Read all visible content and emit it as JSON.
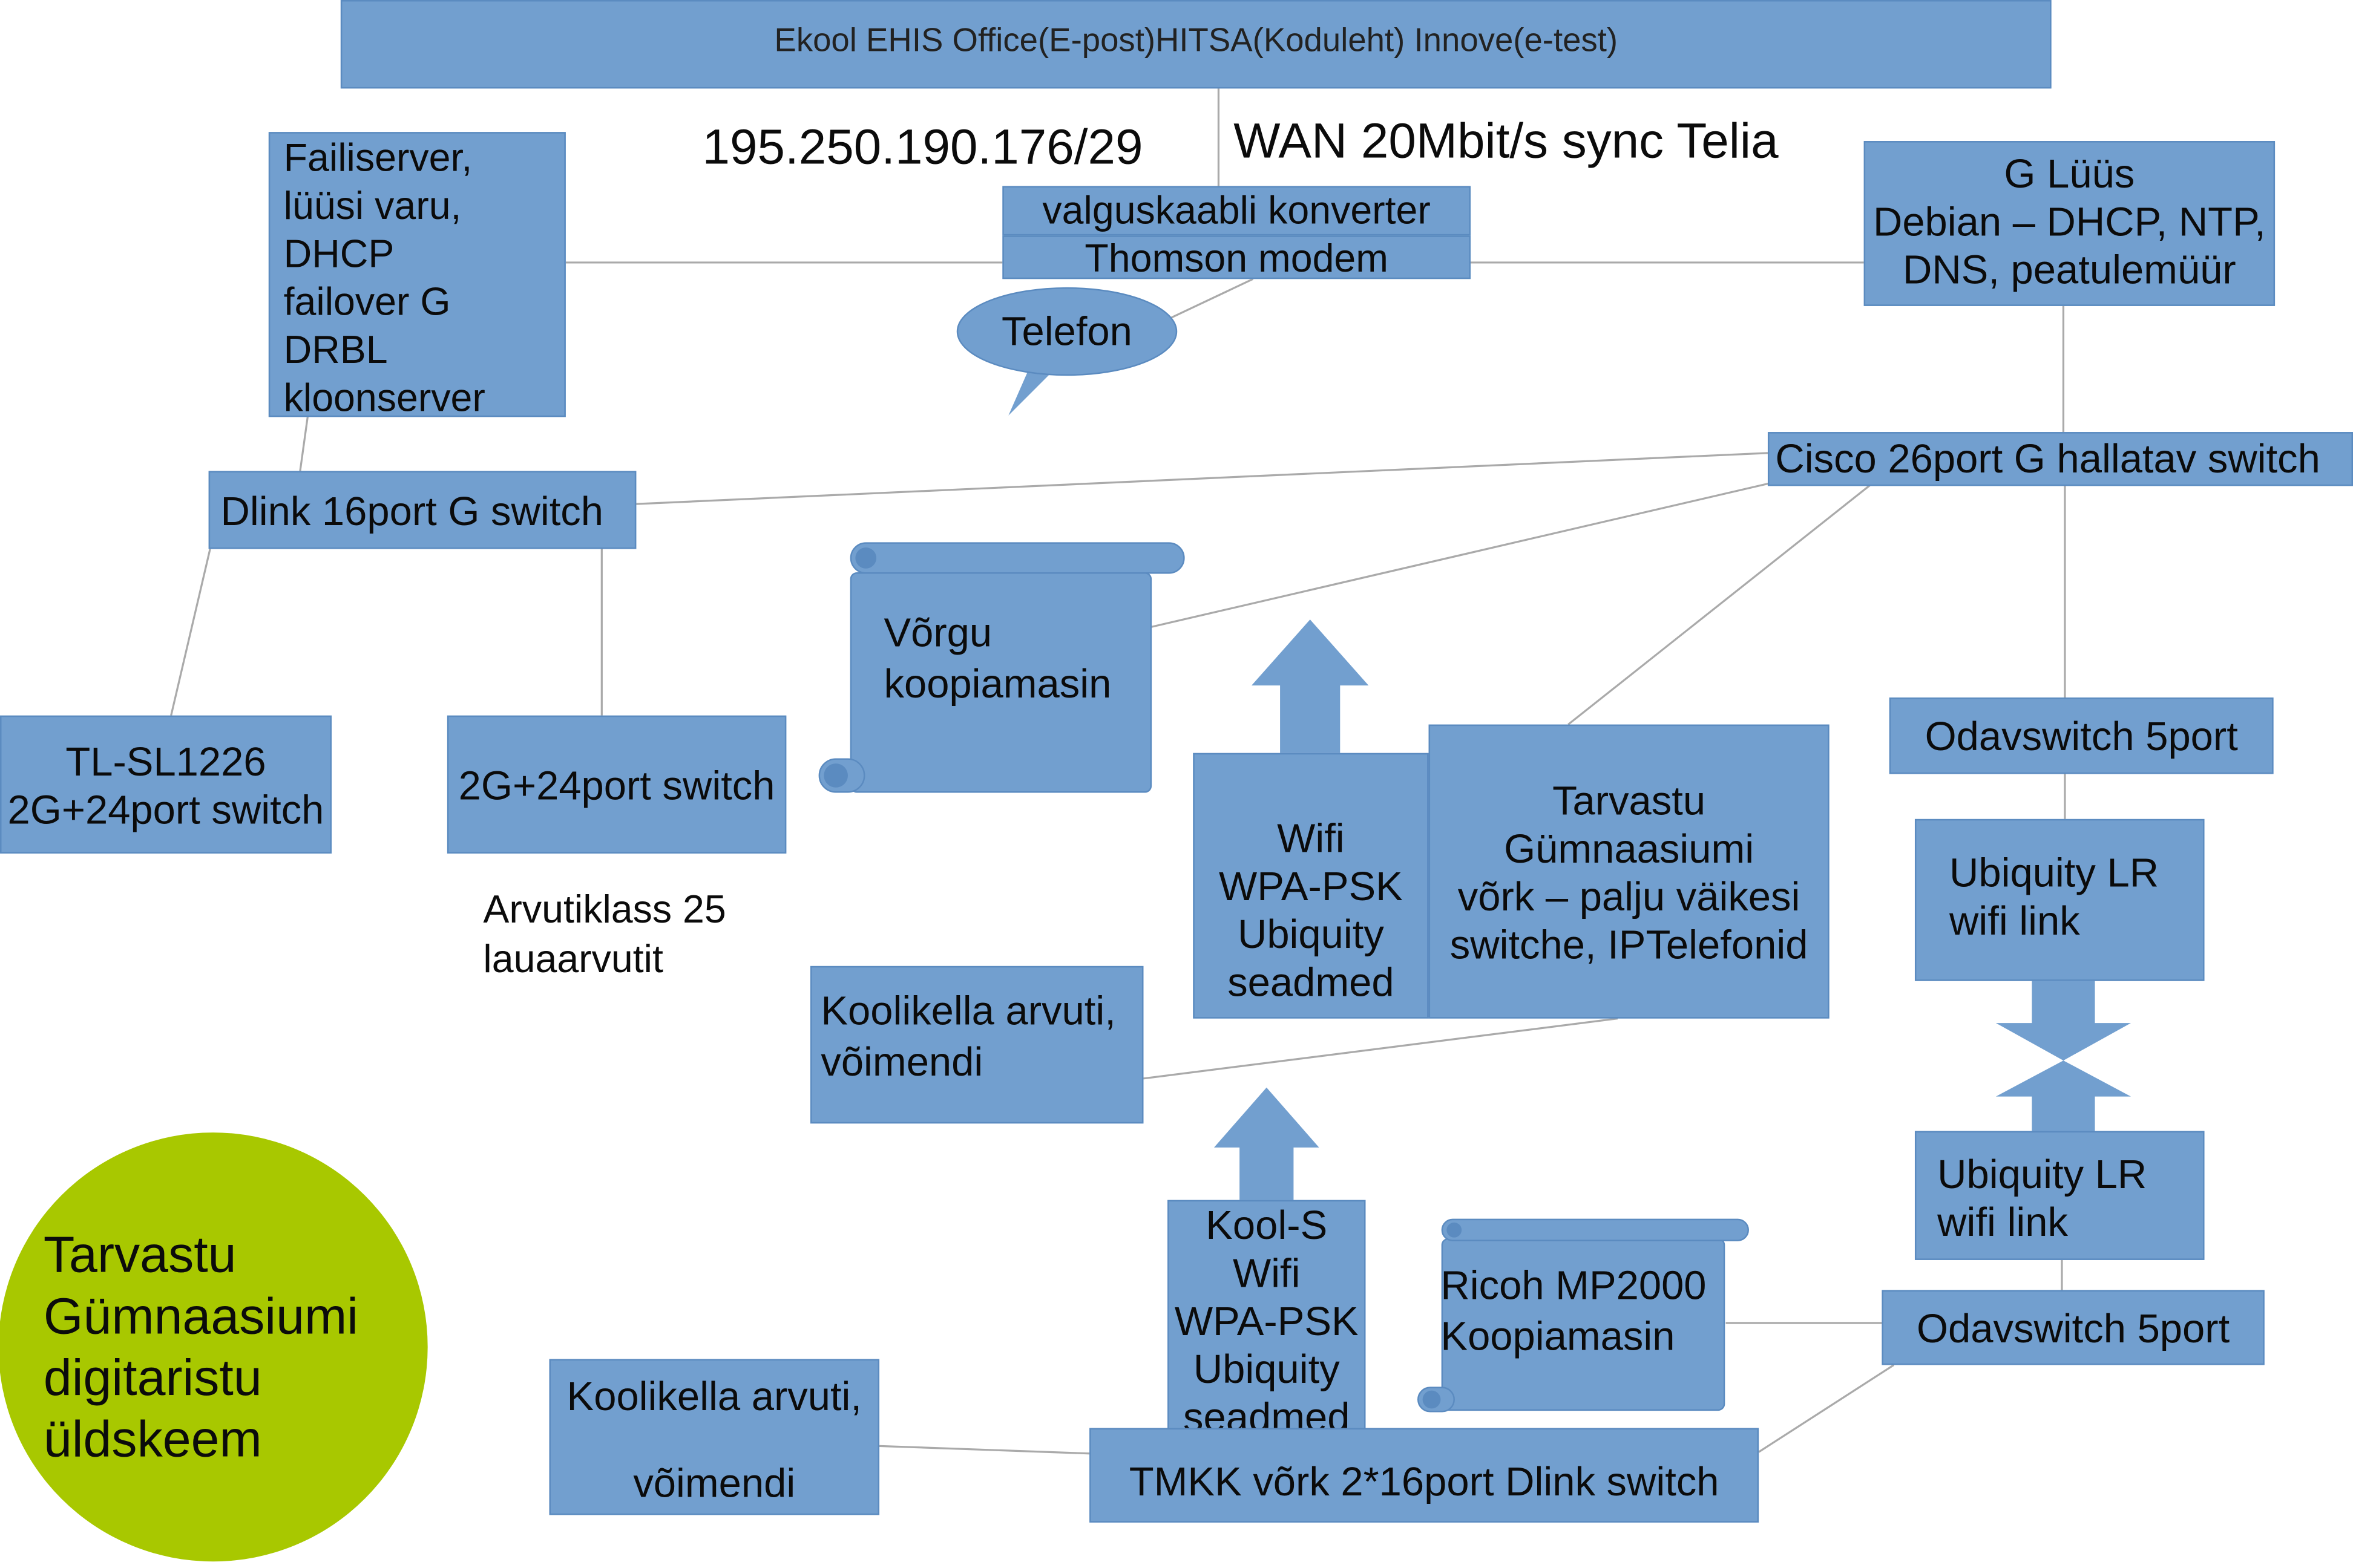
{
  "diagram": {
    "colors": {
      "box_fill": "#729fcf",
      "box_border": "#5b8bc0",
      "connector": "#aaaaaa",
      "circle_fill": "#a8c800",
      "text": "#0b0b0b"
    },
    "top_banner": "Ekool EHIS Office(E-post)HITSA(Koduleht) Innove(e-test)",
    "ip_block": "195.250.190.176/29",
    "wan": "WAN 20Mbit/s sync Telia",
    "converter": "valguskaabli konverter",
    "modem": "Thomson modem",
    "phone_callout": "Telefon",
    "file_server": "Failiserver,\nlüüsi varu,\nDHCP\nfailover       G\nDRBL\nkloonserver",
    "gateway": "G           Lüüs\nDebian – DHCP, NTP,\nDNS, peatulemüür",
    "cisco_switch": "Cisco 26port G hallatav switch",
    "dlink_switch": "Dlink 16port G switch",
    "tl_switch": "TL-SL1226\n2G+24port switch",
    "class_switch": "2G+24port switch",
    "class_label": "Arvutiklass 25\nlauaarvutit",
    "network_copier": "Võrgu\nkoopiamasin",
    "wifi_main": "Wifi\nWPA-PSK\nUbiquity\nseadmed",
    "school_network": "Tarvastu\nGümnaasiumi\nvõrk – palju väikesi\nswitche, IPTelefonid",
    "cheap_switch_top": "Odavswitch 5port",
    "ubiquity_link_1": "Ubiquity LR\nwifi link",
    "ubiquity_link_2": "Ubiquity LR\nwifi link",
    "bell_computer_1": "Koolikella arvuti,\nvõimendi",
    "kool_s_wifi": "Kool-S\nWifi\nWPA-PSK\nUbiquity\nseadmed",
    "ricoh_copier": "Ricoh MP2000\nKoopiamasin",
    "cheap_switch_bottom": "Odavswitch 5port",
    "bell_computer_2": "Koolikella arvuti,\n\nvõimendi",
    "tmkk_switch": "TMKK võrk 2*16port Dlink switch",
    "title_circle": "Tarvastu\nGümnaasiumi\ndigitaristu\nüldskeem"
  }
}
